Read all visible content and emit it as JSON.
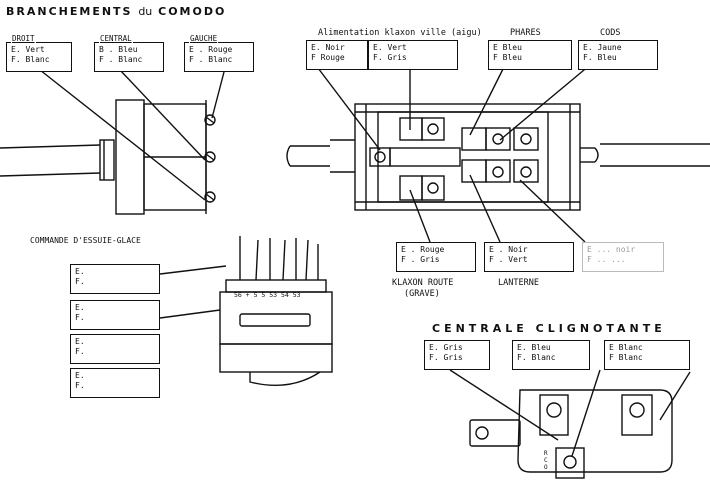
{
  "title_main": {
    "prefix": "BRANCHEMENTS",
    "mid": "du",
    "suffix": "COMODO"
  },
  "title_blinker": "CENTRALE CLIGNOTANTE",
  "label_wiper": "COMMANDE D'ESSUIE-GLACE",
  "label_klaxon_ville": "Alimentation klaxon ville (aigu)",
  "label_phares": "PHARES",
  "label_codes": "CODS",
  "label_klaxon_route": "KLAXON ROUTE",
  "label_klaxon_route_sub": "(GRAVE)",
  "label_lanterne": "LANTERNE",
  "left_boxes": [
    {
      "header": "DROIT",
      "rows": [
        "E. Vert",
        "F. Blanc"
      ]
    },
    {
      "header": "CENTRAL",
      "rows": [
        "B . Bleu",
        "F . Blanc"
      ]
    },
    {
      "header": "GAUCHE",
      "rows": [
        "E . Rouge",
        "F . Blanc"
      ]
    }
  ],
  "top_boxes": [
    {
      "rows": [
        "E. Noir",
        "F  Rouge"
      ]
    },
    {
      "rows": [
        "E. Vert",
        "F. Gris"
      ]
    },
    {
      "rows": [
        "E  Bleu",
        "F  Bleu"
      ]
    },
    {
      "rows": [
        "E. Jaune",
        "F. Bleu"
      ]
    }
  ],
  "bottom_boxes": [
    {
      "rows": [
        "E . Rouge",
        "F . Gris"
      ]
    },
    {
      "rows": [
        "E . Noir",
        "F . Vert"
      ]
    },
    {
      "rows": [
        "E  ...  noir",
        "F  ..  ..."
      ]
    }
  ],
  "wiper_boxes": [
    {
      "rows": [
        "E.",
        "F."
      ]
    },
    {
      "rows": [
        "E.",
        "F."
      ]
    },
    {
      "rows": [
        "E.",
        "F."
      ]
    },
    {
      "rows": [
        "E.",
        "F."
      ]
    }
  ],
  "blinker_boxes": [
    {
      "rows": [
        "E. Gris",
        "F. Gris"
      ]
    },
    {
      "rows": [
        "E. Bleu",
        "F. Blanc"
      ]
    },
    {
      "rows": [
        "E  Blanc",
        "F  Blanc"
      ]
    }
  ],
  "connector_pins": "56 +   5 5 53 54 53",
  "blinker_pins": "R C O"
}
